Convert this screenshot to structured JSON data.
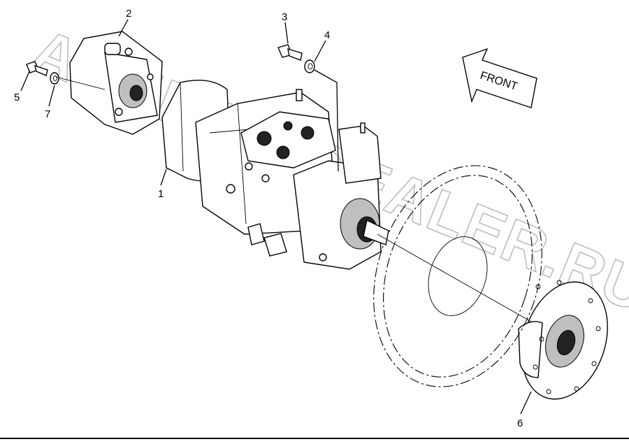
{
  "front_label": "FRONT",
  "watermark": "ACHIEVE DEALER.RU",
  "callouts": [
    {
      "id": "1",
      "label": "1"
    },
    {
      "id": "2",
      "label": "2"
    },
    {
      "id": "3",
      "label": "3"
    },
    {
      "id": "4",
      "label": "4"
    },
    {
      "id": "5",
      "label": "5"
    },
    {
      "id": "6",
      "label": "6"
    },
    {
      "id": "7",
      "label": "7"
    }
  ],
  "parts": [
    {
      "id": "1",
      "icon": "hydraulic-pump-assembly-icon"
    },
    {
      "id": "2",
      "icon": "gear-pump-icon"
    },
    {
      "id": "3",
      "icon": "bolt-icon"
    },
    {
      "id": "4",
      "icon": "washer-icon"
    },
    {
      "id": "5",
      "icon": "bolt-icon"
    },
    {
      "id": "6",
      "icon": "coupling-flange-icon"
    },
    {
      "id": "7",
      "icon": "washer-icon"
    }
  ]
}
